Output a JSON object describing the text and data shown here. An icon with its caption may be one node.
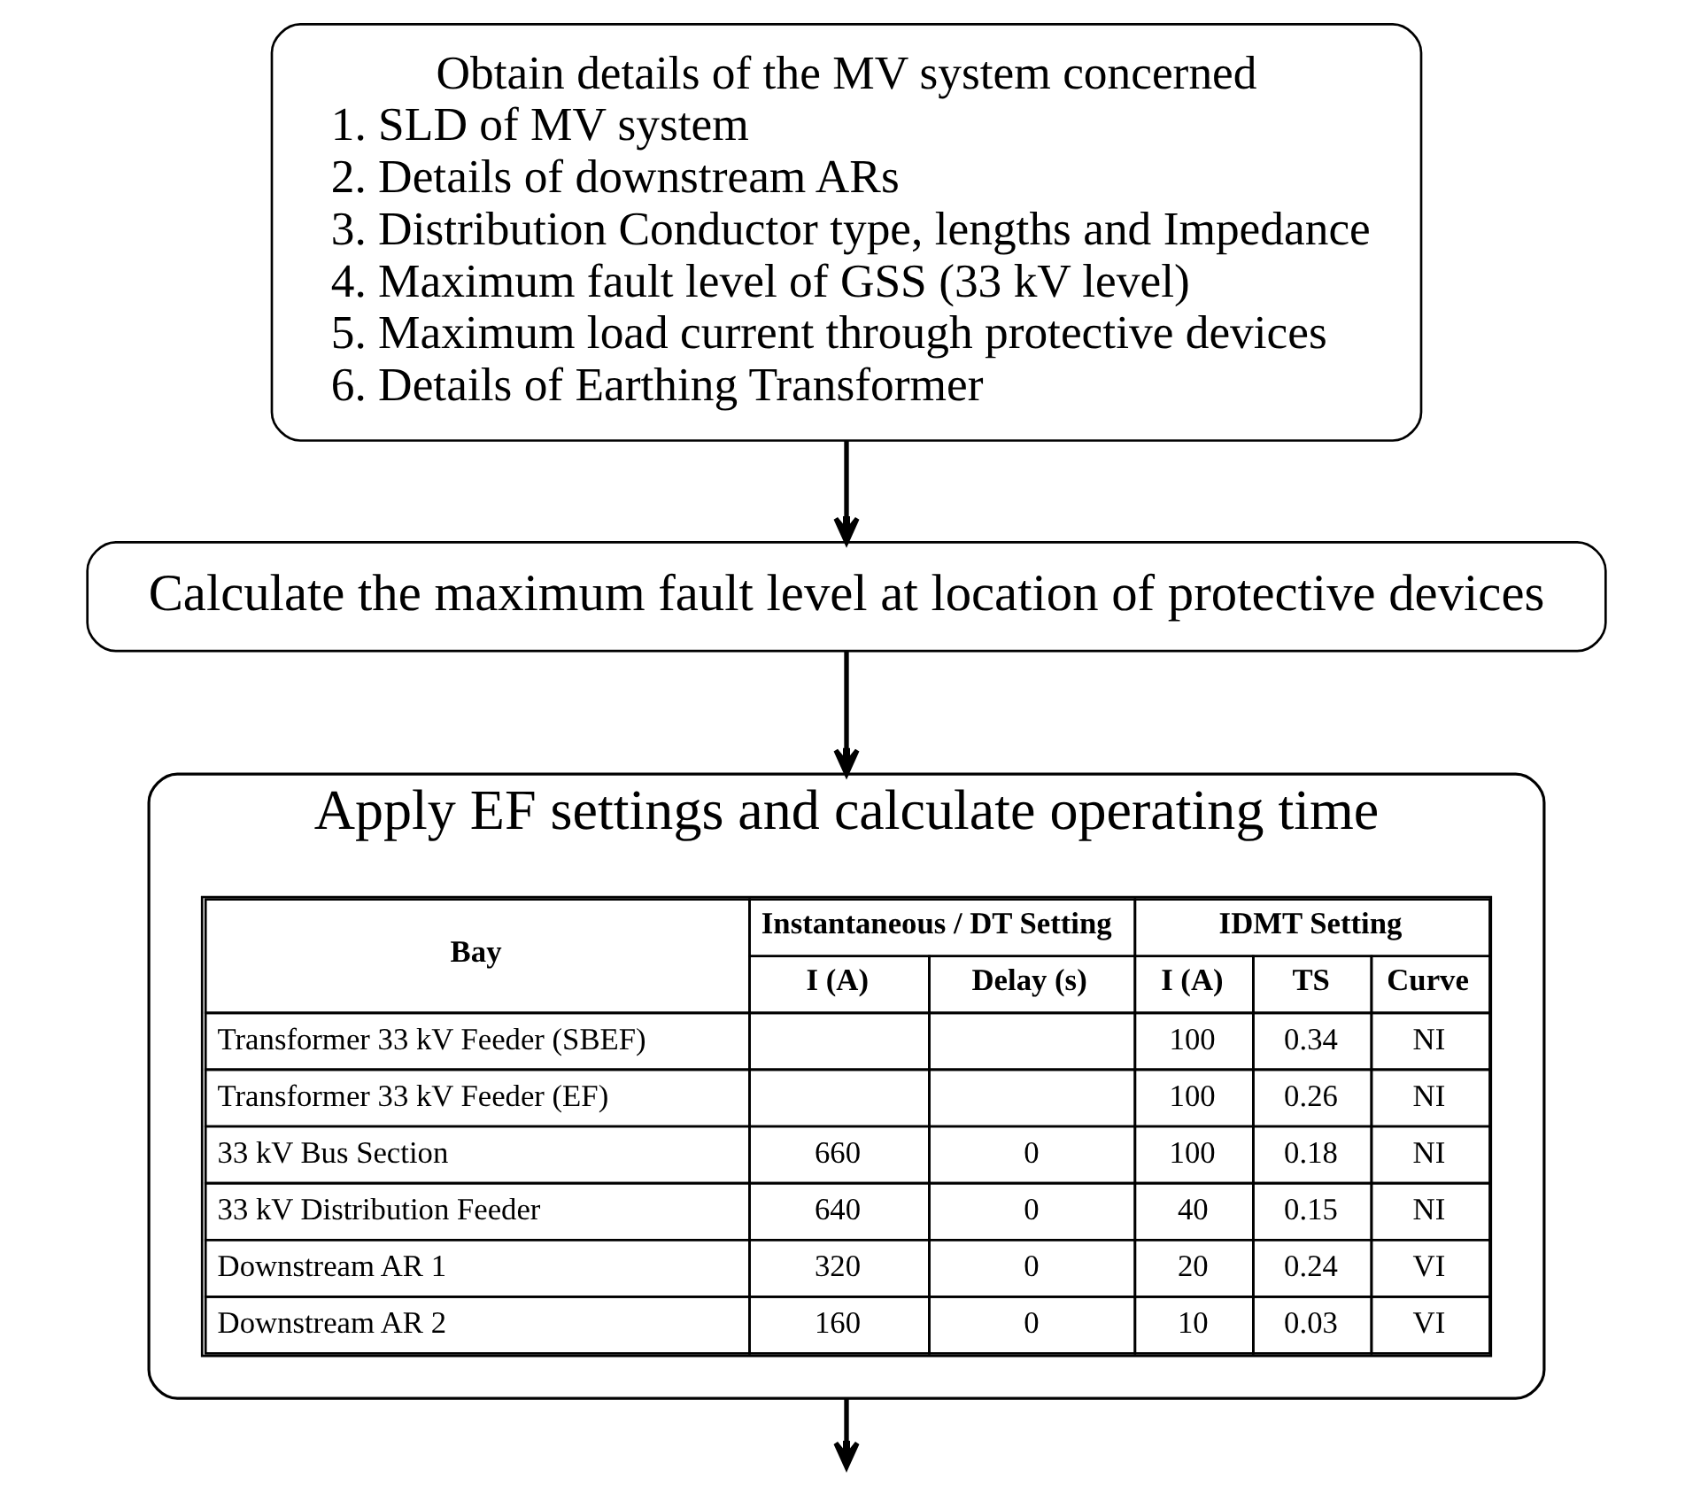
{
  "diagram": {
    "nodes": [
      {
        "text": [
          "Obtain details of the MV system concerned",
          "1. SLD of MV system",
          "2. Details of downstream ARs",
          "3. Distribution Conductor type, lengths and Impedance",
          "4. Maximum fault level of GSS (33 kV level)",
          "5. Maximum load current through protective devices",
          "6. Details of Earthing Transformer"
        ]
      },
      {
        "text": [
          "Calculate the maximum fault level at location of protective devices"
        ]
      },
      {
        "text": [
          "Apply EF settings and calculate operating time"
        ]
      }
    ],
    "edges": [
      {
        "from": 0,
        "to": 1,
        "arrow": "to"
      },
      {
        "from": 1,
        "to": 2,
        "arrow": "to"
      },
      {
        "from": 2,
        "to": null,
        "arrow": "to"
      }
    ],
    "labels": [
      "Bay",
      "Instantaneous / DT Setting",
      "IDMT Setting",
      "I (A)",
      "Delay (s)",
      "I (A)",
      "TS",
      "Curve",
      "Transformer 33 kV Feeder (SBEF)",
      "100",
      "0.34",
      "NI",
      "Transformer 33 kV Feeder (EF)",
      "100",
      "0.26",
      "NI",
      "33 kV Bus Section",
      "660",
      "0",
      "100",
      "0.18",
      "NI",
      "33 kV Distribution Feeder",
      "640",
      "0",
      "40",
      "0.15",
      "NI",
      "Downstream AR 1",
      "320",
      "0",
      "20",
      "0.24",
      "VI",
      "Downstream AR 2",
      "160",
      "0",
      "10",
      "0.03",
      "VI"
    ]
  }
}
